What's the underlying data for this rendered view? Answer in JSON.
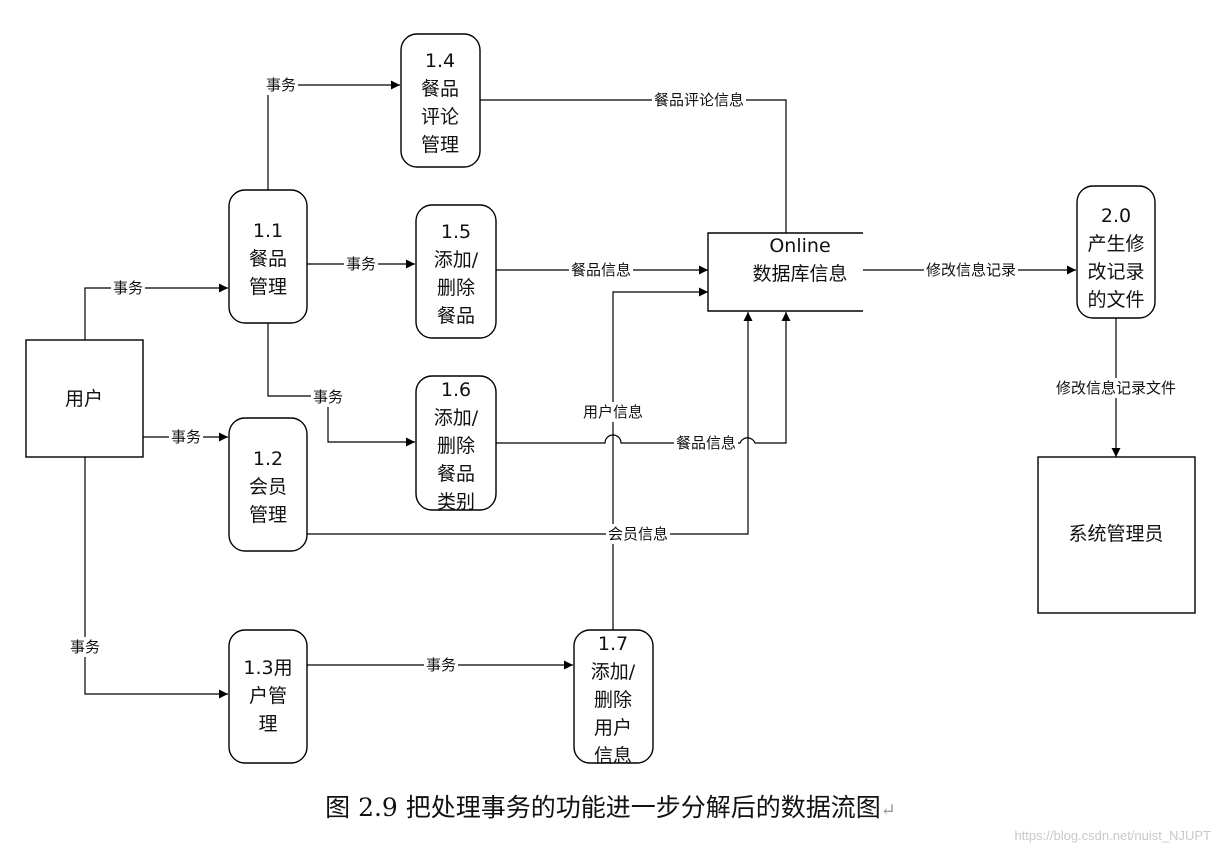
{
  "diagram": {
    "nodes": {
      "user": [
        "用户"
      ],
      "p11": [
        "1.1",
        "餐品",
        "管理"
      ],
      "p12": [
        "1.2",
        "会员",
        "管理"
      ],
      "p13": [
        "1.3用",
        "户管",
        "理"
      ],
      "p14": [
        "1.4",
        "餐品",
        "评论",
        "管理"
      ],
      "p15": [
        "1.5",
        "添加/",
        "删除",
        "餐品"
      ],
      "p16": [
        "1.6",
        "添加/",
        "删除",
        "餐品",
        "类别"
      ],
      "p17": [
        "1.7",
        "添加/",
        "删除",
        "用户",
        "信息"
      ],
      "db": [
        "Online",
        "数据库信息"
      ],
      "p20": [
        "2.0",
        "产生修",
        "改记录",
        "的文件"
      ],
      "admin": [
        "系统管理员"
      ]
    },
    "labels": {
      "l1": "事务",
      "l2": "事务",
      "l3": "事务",
      "l4": "事务",
      "l5": "事务",
      "l6": "事务",
      "l7": "事务",
      "l8": "餐品评论信息",
      "l9": "餐品信息",
      "l10": "用户信息",
      "l11": "餐品信息",
      "l12": "会员信息",
      "l13": "修改信息记录",
      "l14": "修改信息记录文件"
    }
  },
  "caption": "图 2.9 把处理事务的功能进一步分解后的数据流图",
  "caption_mark": "↵",
  "watermark": "https://blog.csdn.net/nuist_NJUPT"
}
